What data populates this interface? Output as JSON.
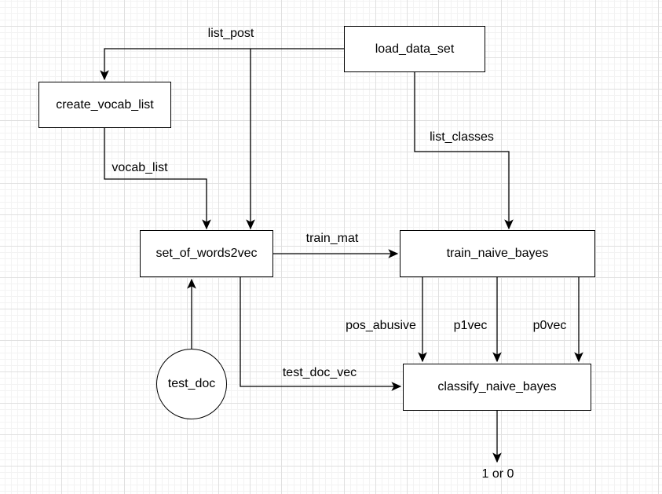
{
  "diagram": {
    "nodes": {
      "load_data_set": {
        "label": "load_data_set",
        "shape": "rectangle"
      },
      "create_vocab_list": {
        "label": "create_vocab_list",
        "shape": "rectangle"
      },
      "set_of_words2vec": {
        "label": "set_of_words2vec",
        "shape": "rectangle"
      },
      "train_naive_bayes": {
        "label": "train_naive_bayes",
        "shape": "rectangle"
      },
      "classify_naive_bayes": {
        "label": "classify_naive_bayes",
        "shape": "rectangle"
      },
      "test_doc": {
        "label": "test_doc",
        "shape": "circle"
      }
    },
    "edge_labels": {
      "list_post": "list_post",
      "vocab_list": "vocab_list",
      "list_classes": "list_classes",
      "train_mat": "train_mat",
      "pos_abusive": "pos_abusive",
      "p1vec": "p1vec",
      "p0vec": "p0vec",
      "test_doc_vec": "test_doc_vec",
      "output": "1 or 0"
    },
    "edges": [
      {
        "from": "load_data_set",
        "to": "create_vocab_list",
        "label": "list_post"
      },
      {
        "from": "load_data_set",
        "to": "set_of_words2vec",
        "label": "list_post"
      },
      {
        "from": "create_vocab_list",
        "to": "set_of_words2vec",
        "label": "vocab_list"
      },
      {
        "from": "load_data_set",
        "to": "train_naive_bayes",
        "label": "list_classes"
      },
      {
        "from": "set_of_words2vec",
        "to": "train_naive_bayes",
        "label": "train_mat"
      },
      {
        "from": "test_doc",
        "to": "set_of_words2vec",
        "label": ""
      },
      {
        "from": "set_of_words2vec",
        "to": "classify_naive_bayes",
        "label": "test_doc_vec"
      },
      {
        "from": "train_naive_bayes",
        "to": "classify_naive_bayes",
        "label": "pos_abusive"
      },
      {
        "from": "train_naive_bayes",
        "to": "classify_naive_bayes",
        "label": "p1vec"
      },
      {
        "from": "train_naive_bayes",
        "to": "classify_naive_bayes",
        "label": "p0vec"
      },
      {
        "from": "classify_naive_bayes",
        "to": "output",
        "label": "1 or 0"
      }
    ],
    "colors": {
      "stroke": "#000000",
      "node_fill": "#ffffff",
      "grid_minor": "#f3f3f3",
      "grid_major": "#e0e0e0",
      "background": "#ffffff"
    }
  }
}
